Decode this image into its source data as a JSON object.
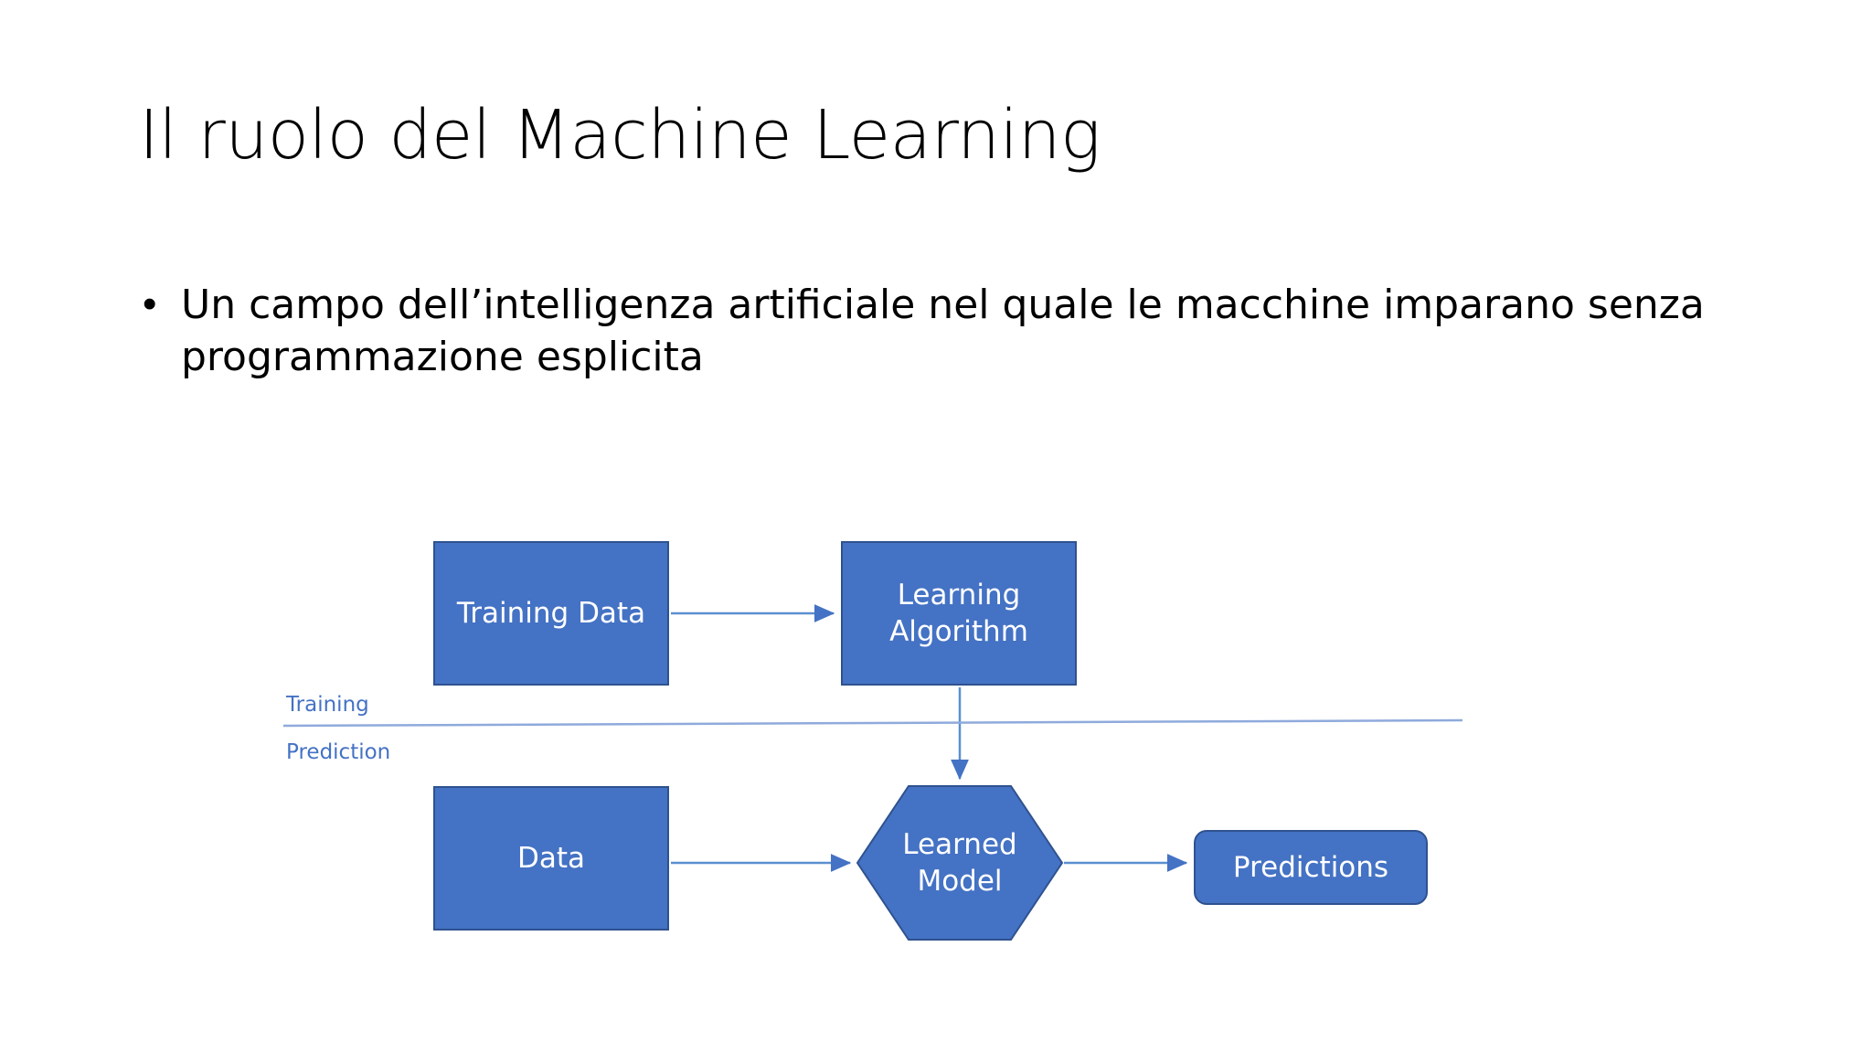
{
  "slide": {
    "title": "Il ruolo del Machine Learning",
    "background_color": "#FFFFFF",
    "bullets": [
      {
        "marker": "•",
        "text": "Un campo dell’intelligenza artificiale nel quale le macchine imparano senza programmazione esplicita"
      }
    ]
  },
  "diagram": {
    "accent_color": "#4472C4",
    "border_color": "#2F528F",
    "connector_color": "#5B8FD0",
    "label_color": "#4472C4",
    "node_text_color": "#FFFFFF",
    "nodes": {
      "training_data": {
        "label": "Training Data",
        "shape": "rectangle"
      },
      "learning_algorithm": {
        "label": "Learning\nAlgorithm",
        "label_line1": "Learning",
        "label_line2": "Algorithm",
        "shape": "rectangle"
      },
      "data": {
        "label": "Data",
        "shape": "rectangle"
      },
      "learned_model": {
        "label_line1": "Learned",
        "label_line2": "Model",
        "shape": "hexagon"
      },
      "predictions": {
        "label": "Predictions",
        "shape": "rounded-rectangle"
      }
    },
    "phase_labels": {
      "training": "Training",
      "prediction": "Prediction"
    },
    "connectors": [
      {
        "from": "training_data",
        "to": "learning_algorithm",
        "direction": "right"
      },
      {
        "from": "learning_algorithm",
        "to": "learned_model",
        "direction": "down"
      },
      {
        "from": "data",
        "to": "learned_model",
        "direction": "right"
      },
      {
        "from": "learned_model",
        "to": "predictions",
        "direction": "right"
      }
    ],
    "divider": {
      "style": "solid",
      "color": "#8FAADC"
    }
  }
}
